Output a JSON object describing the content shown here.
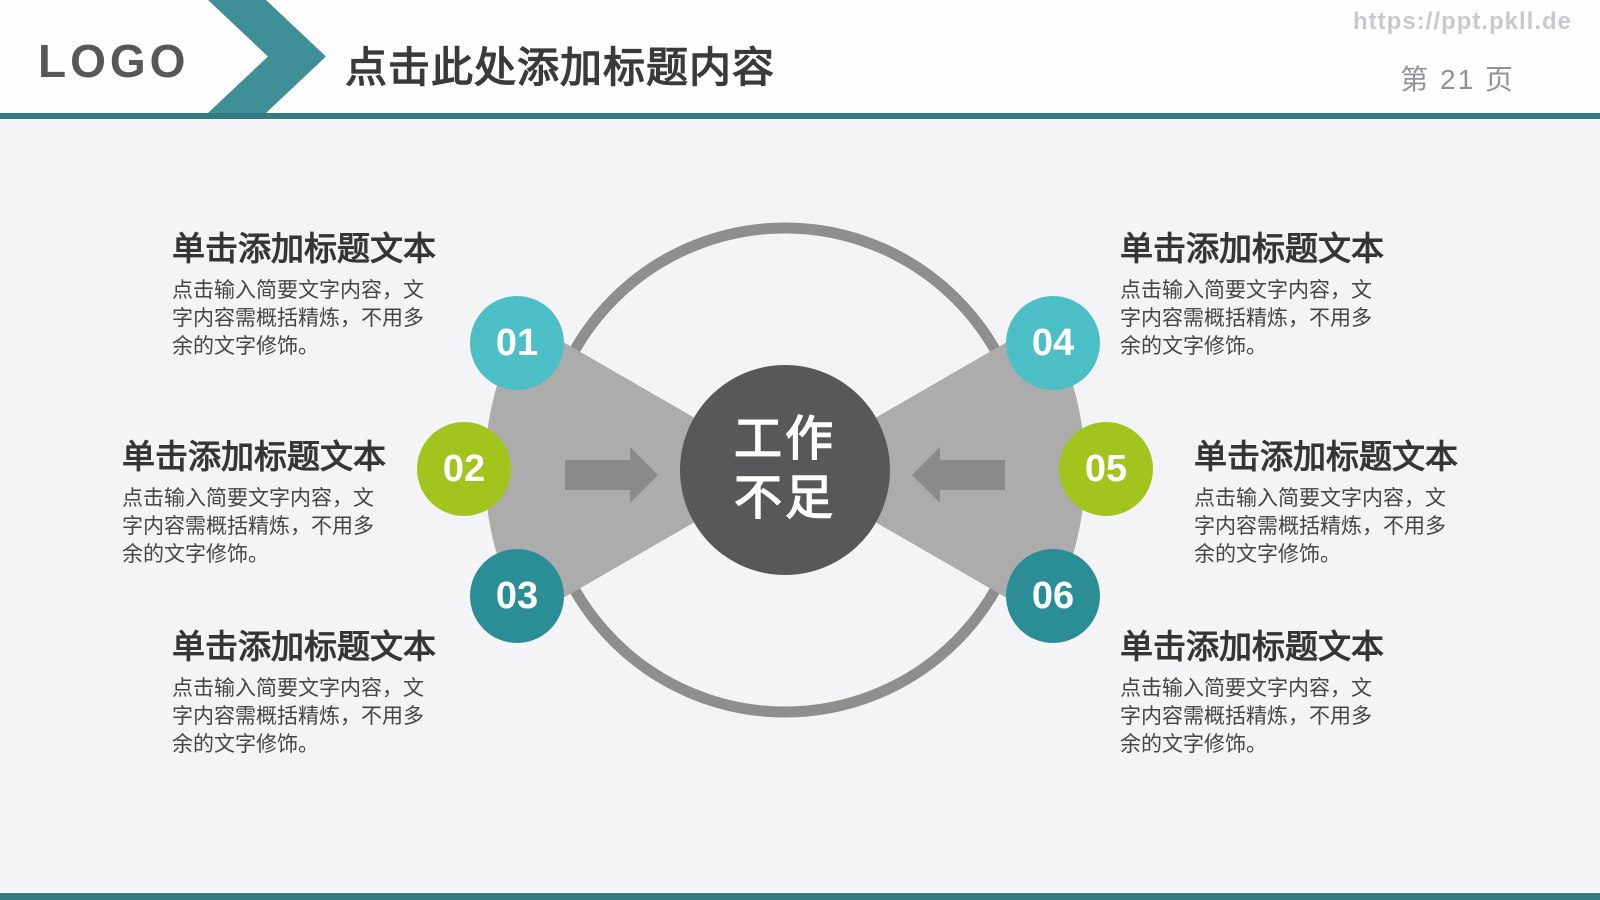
{
  "header": {
    "logo": "LOGO",
    "title": "点击此处添加标题内容",
    "watermark": "https://ppt.pkll.de",
    "page_label": "第 21 页"
  },
  "colors": {
    "chevron": "#3f8f97",
    "divider": "#337a82",
    "bottom_bar": "#337a82",
    "ring": "#8e8e8e",
    "fan": "#acacac",
    "arrow": "#8a8a8a",
    "center_circle": "#58585a",
    "node_teal_light": "#4cbfc6",
    "node_green": "#a3c41d",
    "node_teal_dark": "#2b8e96"
  },
  "diagram": {
    "center_lines": [
      "工作",
      "不足"
    ],
    "nodes": [
      {
        "label": "01",
        "color": "#4cbfc6"
      },
      {
        "label": "02",
        "color": "#a3c41d"
      },
      {
        "label": "03",
        "color": "#2b8e96"
      },
      {
        "label": "04",
        "color": "#4cbfc6"
      },
      {
        "label": "05",
        "color": "#a3c41d"
      },
      {
        "label": "06",
        "color": "#2b8e96"
      }
    ]
  },
  "blocks": [
    {
      "title": "单击添加标题文本",
      "body_lines": [
        "点击输入简要文字内容，文",
        "字内容需概括精炼，不用多",
        "余的文字修饰。"
      ]
    },
    {
      "title": "单击添加标题文本",
      "body_lines": [
        "点击输入简要文字内容，文",
        "字内容需概括精炼，不用多",
        "余的文字修饰。"
      ]
    },
    {
      "title": "单击添加标题文本",
      "body_lines": [
        "点击输入简要文字内容，文",
        "字内容需概括精炼，不用多",
        "余的文字修饰。"
      ]
    },
    {
      "title": "单击添加标题文本",
      "body_lines": [
        "点击输入简要文字内容，文",
        "字内容需概括精炼，不用多",
        "余的文字修饰。"
      ]
    },
    {
      "title": "单击添加标题文本",
      "body_lines": [
        "点击输入简要文字内容，文",
        "字内容需概括精炼，不用多",
        "余的文字修饰。"
      ]
    },
    {
      "title": "单击添加标题文本",
      "body_lines": [
        "点击输入简要文字内容，文",
        "字内容需概括精炼，不用多",
        "余的文字修饰。"
      ]
    }
  ]
}
